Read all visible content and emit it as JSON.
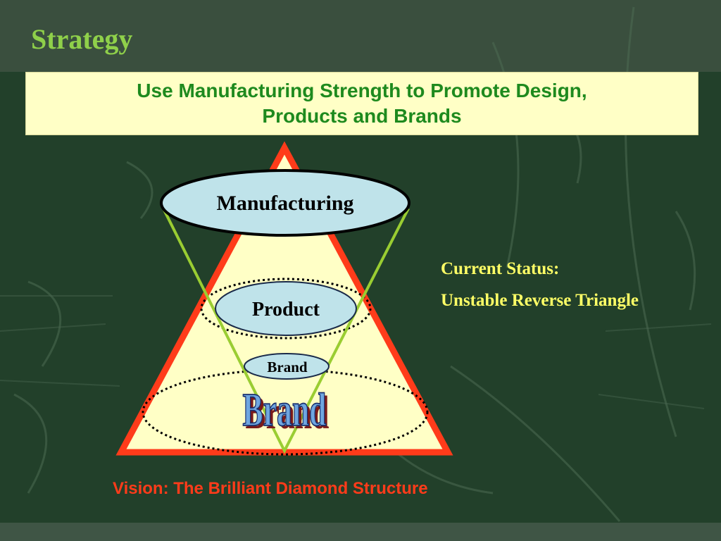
{
  "slide": {
    "title": "Strategy",
    "subtitle_line1": "Use Manufacturing Strength to Promote Design,",
    "subtitle_line2": "Products and Brands"
  },
  "diagram": {
    "manufacturing_label": "Manufacturing",
    "product_label": "Product",
    "brand_small_label": "Brand",
    "brand_large_label": "Brand"
  },
  "status": {
    "line1": "Current Status:",
    "line2": "Unstable Reverse Triangle"
  },
  "vision": {
    "caption": "Vision: The Brilliant Diamond Structure"
  },
  "colors": {
    "background": "#22402a",
    "title_green": "#8fd04a",
    "subtitle_green": "#1e8a1e",
    "triangle_red": "#ff3b1a",
    "triangle_fill": "#ffffc6",
    "v_line_green": "#9acd32",
    "ellipse_blue": "#bfe3ea",
    "status_yellow": "#ffff66"
  }
}
